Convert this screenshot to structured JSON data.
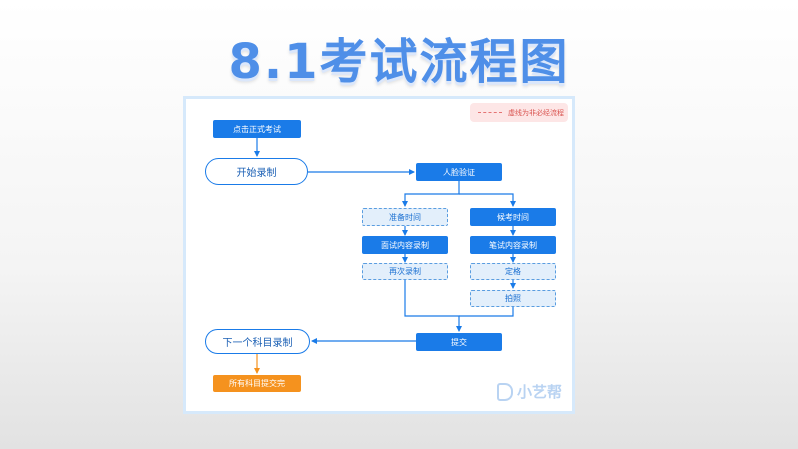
{
  "title": "8.1考试流程图",
  "legend": {
    "label": "虚线为非必经流程"
  },
  "nodes": {
    "click_exam": "点击正式考试",
    "start_recording": "开始录制",
    "face_verify": "人脸验证",
    "prep_time": "准备时间",
    "interview_record": "面试内容录制",
    "re_record": "再次录制",
    "wait_time": "候考时间",
    "written_record": "笔试内容录制",
    "framing": "定格",
    "photo": "拍照",
    "submit": "提交",
    "next_subject": "下一个科目录制",
    "all_done": "所有科目提交完"
  },
  "brand": {
    "name": "小艺帮",
    "icon": "xiaoyibang-logo-icon"
  },
  "colors": {
    "primary": "#1a7be8",
    "dashed_fill": "#e3effb",
    "accent": "#f5921e",
    "legend": "#e57373"
  }
}
